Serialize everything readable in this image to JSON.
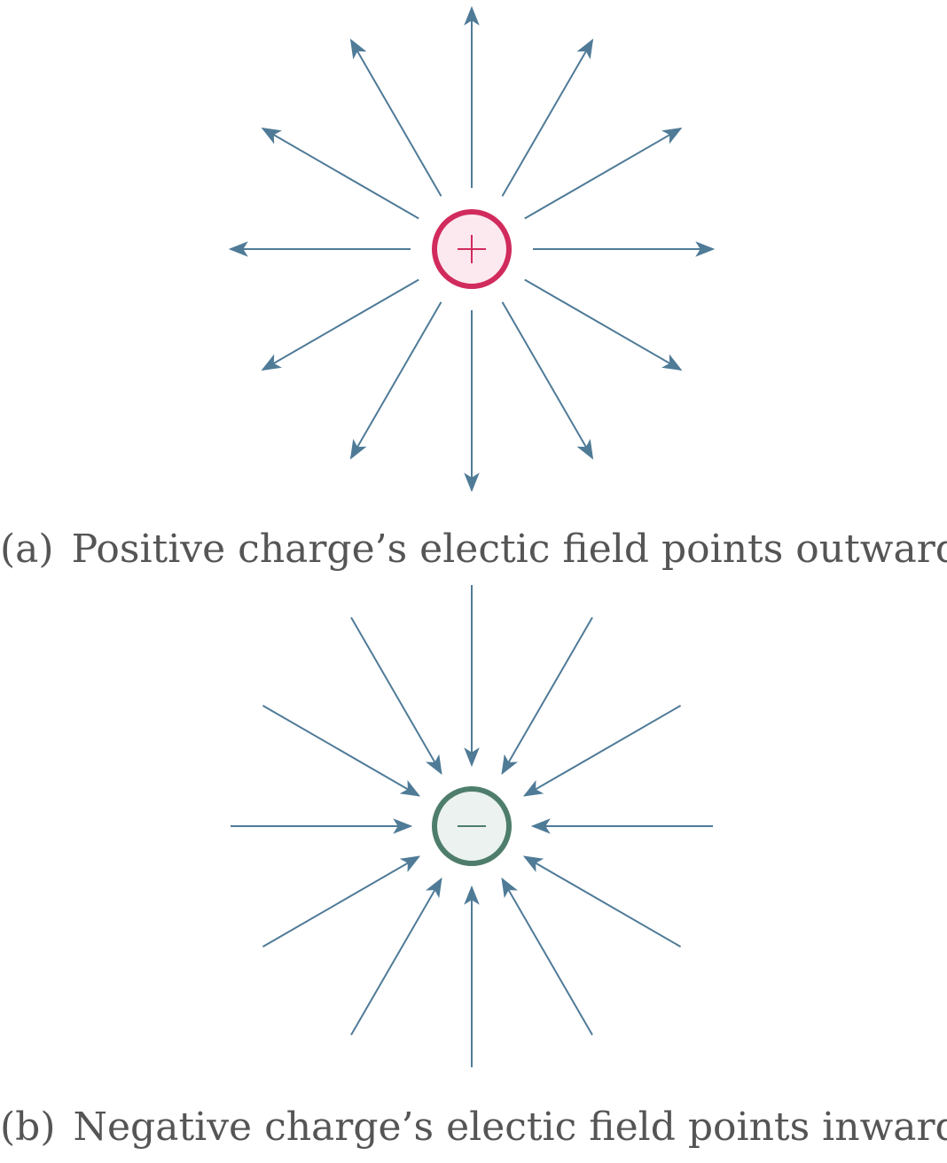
{
  "colors": {
    "field_line": "#4f7b97",
    "positive_stroke": "#d12b5d",
    "positive_fill": "#fbe9ef",
    "negative_stroke": "#4e7d6b",
    "negative_fill": "#ebf2ef",
    "caption_text": "#555555"
  },
  "panels": [
    {
      "id": "a",
      "charge_sign": "+",
      "field_direction": "outward",
      "arrow_count": 12,
      "caption_tag": "(a)",
      "caption_text": "Positive charge’s electic field points outward"
    },
    {
      "id": "b",
      "charge_sign": "−",
      "field_direction": "inward",
      "arrow_count": 12,
      "caption_tag": "(b)",
      "caption_text": "Negative charge’s electic field points inward"
    }
  ]
}
